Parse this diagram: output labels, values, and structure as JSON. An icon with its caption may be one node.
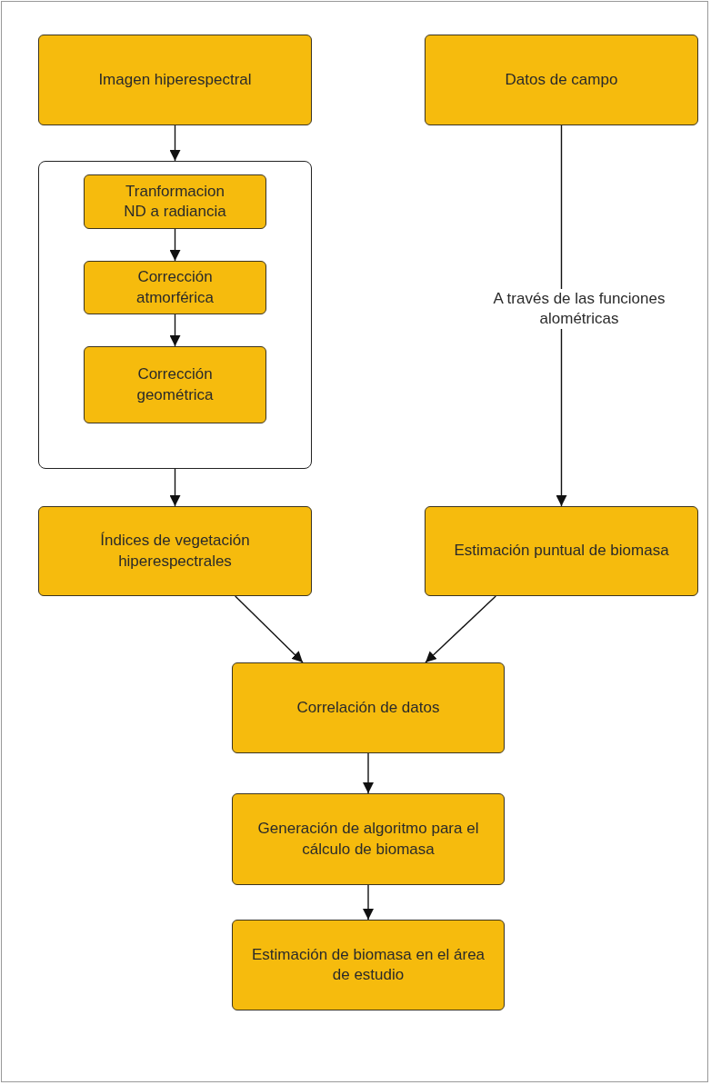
{
  "diagram": {
    "nodes": [
      {
        "text": [
          "Imagen hiperespectral"
        ]
      },
      {
        "text": [
          "Datos de campo"
        ]
      },
      {
        "text": [],
        "shape": "box"
      },
      {
        "text": [
          "Tranformacion ND a radiancia"
        ],
        "in": 2
      },
      {
        "text": [
          "Corrección atmorférica"
        ],
        "in": 2
      },
      {
        "text": [
          "Corrección geométrica"
        ],
        "in": 2
      },
      {
        "text": [
          "Índices de vegetación hiperespectrales"
        ]
      },
      {
        "text": [
          "Estimación puntual de biomasa"
        ]
      },
      {
        "text": [
          "Correlación de datos"
        ]
      },
      {
        "text": [
          "Generación de algoritmo para el cálculo de biomasa"
        ]
      },
      {
        "text": [
          "Estimación de biomasa en el área de estudio"
        ]
      }
    ],
    "edges": [
      {
        "from": 0,
        "to": 2,
        "arrow": "to"
      },
      {
        "from": 3,
        "to": 4,
        "arrow": "to"
      },
      {
        "from": 4,
        "to": 5,
        "arrow": "to"
      },
      {
        "from": 2,
        "to": 6,
        "arrow": "to"
      },
      {
        "from": 1,
        "to": 7,
        "arrow": "to",
        "label": "A través de las funciones alométricas"
      },
      {
        "from": 6,
        "to": 8,
        "arrow": "to"
      },
      {
        "from": 7,
        "to": 8,
        "arrow": "to"
      },
      {
        "from": 8,
        "to": 9,
        "arrow": "to"
      },
      {
        "from": 9,
        "to": 10,
        "arrow": "to"
      }
    ]
  }
}
